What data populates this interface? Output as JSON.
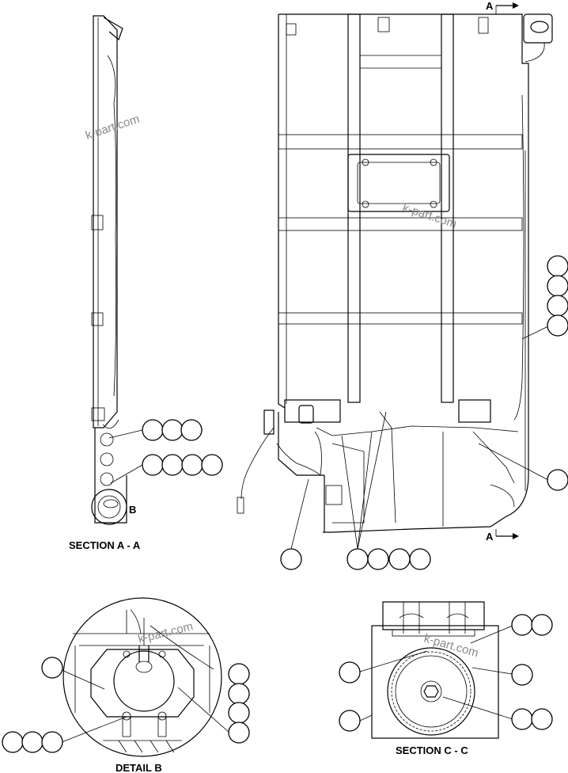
{
  "labels": {
    "section_a_a": "SECTION A - A",
    "section_c_c": "SECTION C - C",
    "detail_b": "DETAIL B",
    "detail_marker": "B",
    "arrow_top": "A",
    "arrow_bottom": "A"
  },
  "watermark": {
    "text": "k-part.com",
    "color": "#8a8a8a"
  }
}
